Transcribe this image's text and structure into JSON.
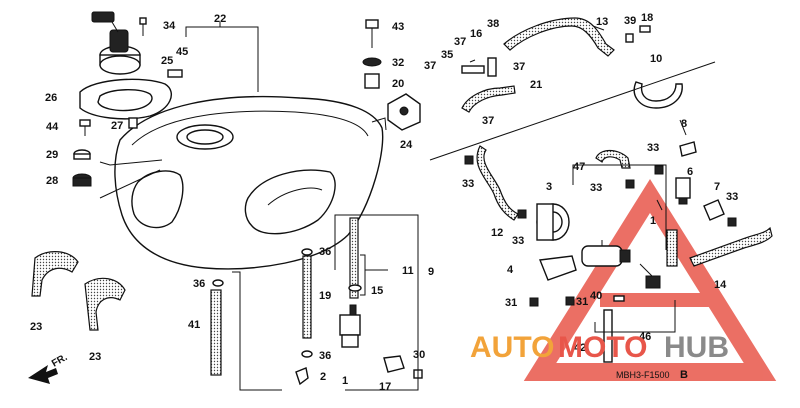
{
  "diagram": {
    "code": "MBH3-F1500",
    "code_suffix": "B",
    "front_marker": "FR.",
    "watermark": {
      "text_orange": "AUTO",
      "text_red": "MOTO",
      "text_gray": "HUB",
      "colors": {
        "orange": "#f2a33a",
        "red": "#e8564a",
        "gray": "#8a8a8a"
      }
    },
    "callouts": [
      {
        "id": "c22",
        "label": "22"
      },
      {
        "id": "c34",
        "label": "34"
      },
      {
        "id": "c25",
        "label": "25"
      },
      {
        "id": "c45",
        "label": "45"
      },
      {
        "id": "c26",
        "label": "26"
      },
      {
        "id": "c44",
        "label": "44"
      },
      {
        "id": "c27",
        "label": "27"
      },
      {
        "id": "c29",
        "label": "29"
      },
      {
        "id": "c28",
        "label": "28"
      },
      {
        "id": "c43",
        "label": "43"
      },
      {
        "id": "c32",
        "label": "32"
      },
      {
        "id": "c20",
        "label": "20"
      },
      {
        "id": "c24",
        "label": "24"
      },
      {
        "id": "c38",
        "label": "38"
      },
      {
        "id": "c16",
        "label": "16"
      },
      {
        "id": "c37a",
        "label": "37"
      },
      {
        "id": "c35",
        "label": "35"
      },
      {
        "id": "c37b",
        "label": "37"
      },
      {
        "id": "c37c",
        "label": "37"
      },
      {
        "id": "c21",
        "label": "21"
      },
      {
        "id": "c37d",
        "label": "37"
      },
      {
        "id": "c13",
        "label": "13"
      },
      {
        "id": "c39",
        "label": "39"
      },
      {
        "id": "c18",
        "label": "18"
      },
      {
        "id": "c10",
        "label": "10"
      },
      {
        "id": "c8",
        "label": "8"
      },
      {
        "id": "c33a",
        "label": "33"
      },
      {
        "id": "c47",
        "label": "47"
      },
      {
        "id": "c33b",
        "label": "33"
      },
      {
        "id": "c3",
        "label": "3"
      },
      {
        "id": "c33c",
        "label": "33"
      },
      {
        "id": "c6",
        "label": "6"
      },
      {
        "id": "c7",
        "label": "7"
      },
      {
        "id": "c33d",
        "label": "33"
      },
      {
        "id": "c12",
        "label": "12"
      },
      {
        "id": "c33e",
        "label": "33"
      },
      {
        "id": "c1a",
        "label": "1"
      },
      {
        "id": "c4",
        "label": "4"
      },
      {
        "id": "c14",
        "label": "14"
      },
      {
        "id": "c31a",
        "label": "31"
      },
      {
        "id": "c31b",
        "label": "31"
      },
      {
        "id": "c40",
        "label": "40"
      },
      {
        "id": "c46",
        "label": "46"
      },
      {
        "id": "c42",
        "label": "42"
      },
      {
        "id": "c11",
        "label": "11"
      },
      {
        "id": "c9",
        "label": "9"
      },
      {
        "id": "c36a",
        "label": "36"
      },
      {
        "id": "c15",
        "label": "15"
      },
      {
        "id": "c19",
        "label": "19"
      },
      {
        "id": "c36b",
        "label": "36"
      },
      {
        "id": "c36c",
        "label": "36"
      },
      {
        "id": "c41",
        "label": "41"
      },
      {
        "id": "c2",
        "label": "2"
      },
      {
        "id": "c1b",
        "label": "1"
      },
      {
        "id": "c17",
        "label": "17"
      },
      {
        "id": "c30",
        "label": "30"
      },
      {
        "id": "c23a",
        "label": "23"
      },
      {
        "id": "c23b",
        "label": "23"
      }
    ]
  }
}
